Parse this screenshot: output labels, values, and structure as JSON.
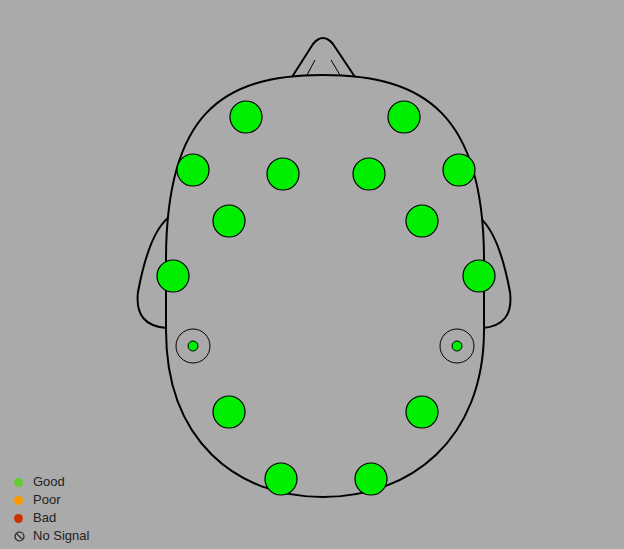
{
  "diagram": {
    "legend": [
      {
        "text": "Good",
        "color": "#66cc33"
      },
      {
        "text": "Poor",
        "color": "#ff9900"
      },
      {
        "text": "Bad",
        "color": "#cc3300"
      },
      {
        "text": "No Signal"
      }
    ]
  }
}
